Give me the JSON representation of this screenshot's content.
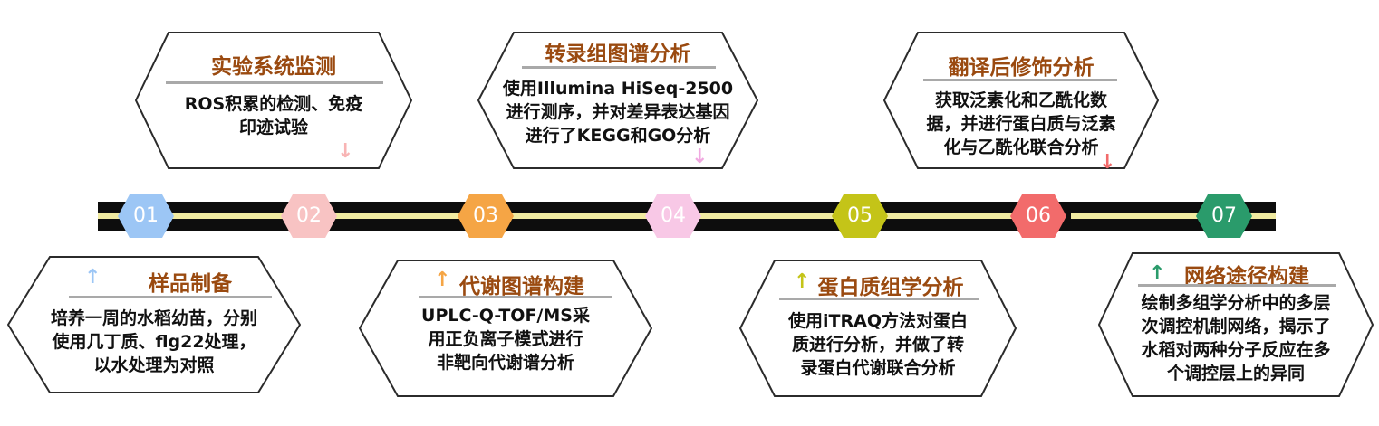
{
  "steps": [
    {
      "num": "01",
      "color": "#9cc6f5",
      "title": "样品制备",
      "desc": [
        "培养一周的水稻幼苗，分别",
        "使用几丁质、flg22处理，",
        "以水处理为对照"
      ]
    },
    {
      "num": "02",
      "color": "#f8c3c3",
      "title": "实验系统监测",
      "desc": [
        "ROS积累的检测、免疫",
        "印迹试验"
      ]
    },
    {
      "num": "03",
      "color": "#f5a545",
      "title": "代谢图谱构建",
      "desc": [
        "UPLC-Q-TOF/MS采",
        "用正负离子模式进行",
        "非靶向代谢谱分析"
      ]
    },
    {
      "num": "04",
      "color": "#f8c8e6",
      "title": "转录组图谱分析",
      "desc": [
        "使用Illumina HiSeq-2500",
        "进行测序，并对差异表达基因",
        "进行了KEGG和GO分析"
      ]
    },
    {
      "num": "05",
      "color": "#c4c418",
      "title": "蛋白质组学分析",
      "desc": [
        "使用iTRAQ方法对蛋白",
        "质进行分析，并做了转",
        "录蛋白代谢联合分析"
      ]
    },
    {
      "num": "06",
      "color": "#f26b6b",
      "title": "翻译后修饰分析",
      "desc": [
        "获取泛素化和乙酰化数",
        "据，并进行蛋白质与泛素",
        "化与乙酰化联合分析"
      ]
    },
    {
      "num": "07",
      "color": "#2a9b6b",
      "title": "网络途径构建",
      "desc": [
        "绘制多组学分析中的多层",
        "次调控机制网络，揭示了",
        "水稻对两种分子反应在多",
        "个调控层上的异同"
      ]
    }
  ],
  "icons": {
    "up": "arrow-up-icon",
    "down": "arrow-down-icon"
  }
}
